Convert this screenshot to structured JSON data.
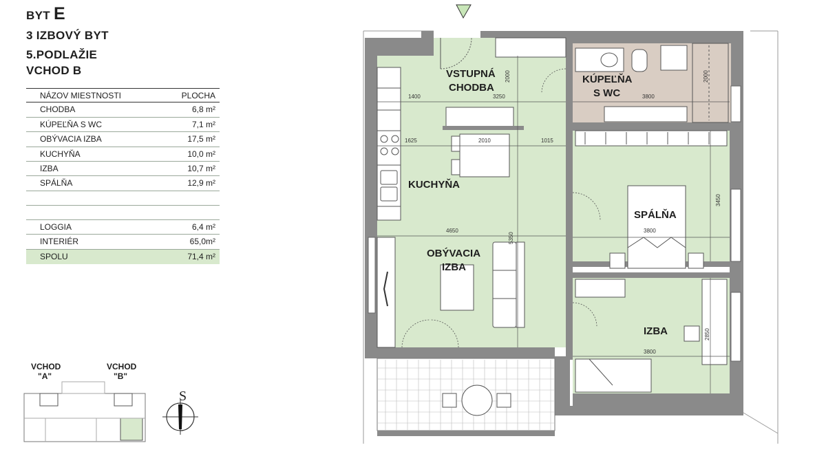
{
  "header": {
    "byt_prefix": "BYT",
    "byt_letter": "E",
    "type": "3 IZBOVÝ BYT",
    "floor": "5.PODLAŽIE",
    "entrance": "VCHOD B"
  },
  "table": {
    "col_name": "NÁZOV MIESTNOSTI",
    "col_area": "PLOCHA",
    "rooms": [
      {
        "name": "CHODBA",
        "area": "6,8 m²"
      },
      {
        "name": "KÚPEĽŇA S WC",
        "area": "7,1 m²"
      },
      {
        "name": "OBÝVACIA IZBA",
        "area": "17,5 m²"
      },
      {
        "name": "KUCHYŇA",
        "area": "10,0 m²"
      },
      {
        "name": "IZBA",
        "area": "10,7 m²"
      },
      {
        "name": "SPÁLŇA",
        "area": "12,9 m²"
      }
    ],
    "loggia": {
      "name": "LOGGIA",
      "area": "6,4 m²"
    },
    "interior": {
      "name": "INTERIÉR",
      "area": "65,0m²"
    },
    "total": {
      "name": "SPOLU",
      "area": "71,4 m²"
    }
  },
  "plan": {
    "rooms": {
      "vstupna_1": "VSTUPNÁ",
      "vstupna_2": "CHODBA",
      "kupelna_1": "KÚPEĽŇA",
      "kupelna_2": "S WC",
      "kuchyna": "KUCHYŇA",
      "obyvacia_1": "OBÝVACIA",
      "obyvacia_2": "IZBA",
      "spalna": "SPÁLŇA",
      "izba": "IZBA"
    },
    "dimensions": {
      "d1400": "1400",
      "d3250": "3250",
      "d2000a": "2000",
      "d3800a": "3800",
      "d2000b": "2000",
      "d1625": "1625",
      "d2010": "2010",
      "d1015": "1015",
      "d3450": "3450",
      "d3800b": "3800",
      "d4650": "4650",
      "d5350": "5350",
      "d2850": "2850",
      "d3800c": "3800"
    },
    "compass_letter": "S"
  },
  "keyplan": {
    "vchod_a_1": "VCHOD",
    "vchod_a_2": "\"A\"",
    "vchod_b_1": "VCHOD",
    "vchod_b_2": "\"B\""
  },
  "colors": {
    "room_green": "#d8e9cd",
    "bath_beige": "#d9cdc3",
    "wall_gray": "#8a8a8a",
    "entrance_marker": "#c8e6b8"
  }
}
